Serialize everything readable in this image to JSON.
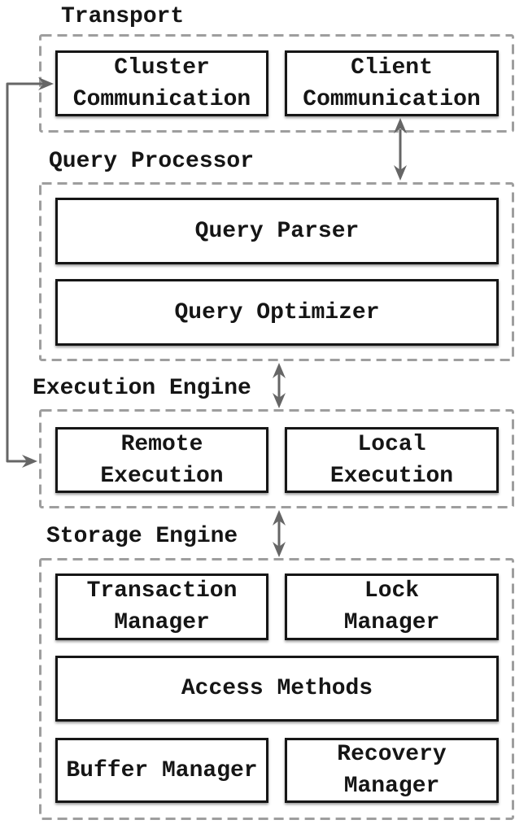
{
  "colors": {
    "background": "#ffffff",
    "text": "#151515",
    "box_border": "#161616",
    "dashed_container_border": "#9e9e9e",
    "arrow": "#666666"
  },
  "sections": [
    {
      "id": "transport",
      "label": "Transport",
      "boxes": [
        {
          "id": "cluster-communication",
          "lines": [
            "Cluster",
            "Communication"
          ]
        },
        {
          "id": "client-communication",
          "lines": [
            "Client",
            "Communication"
          ]
        }
      ]
    },
    {
      "id": "query-processor",
      "label": "Query Processor",
      "boxes": [
        {
          "id": "query-parser",
          "lines": [
            "Query Parser"
          ]
        },
        {
          "id": "query-optimizer",
          "lines": [
            "Query Optimizer"
          ]
        }
      ]
    },
    {
      "id": "execution-engine",
      "label": "Execution Engine",
      "boxes": [
        {
          "id": "remote-execution",
          "lines": [
            "Remote",
            "Execution"
          ]
        },
        {
          "id": "local-execution",
          "lines": [
            "Local",
            "Execution"
          ]
        }
      ]
    },
    {
      "id": "storage-engine",
      "label": "Storage Engine",
      "boxes": [
        {
          "id": "transaction-manager",
          "lines": [
            "Transaction",
            "Manager"
          ]
        },
        {
          "id": "lock-manager",
          "lines": [
            "Lock",
            "Manager"
          ]
        },
        {
          "id": "access-methods",
          "lines": [
            "Access Methods"
          ]
        },
        {
          "id": "buffer-manager",
          "lines": [
            "Buffer Manager"
          ]
        },
        {
          "id": "recovery-manager",
          "lines": [
            "Recovery",
            "Manager"
          ]
        }
      ]
    }
  ],
  "connectors": [
    {
      "from": "Client Communication",
      "to": "Query Processor",
      "style": "double-headed-arrow"
    },
    {
      "from": "Query Processor",
      "to": "Execution Engine",
      "style": "double-headed-arrow"
    },
    {
      "from": "Execution Engine",
      "to": "Storage Engine",
      "style": "double-headed-arrow"
    },
    {
      "from": "Cluster Communication",
      "to": "Remote Execution",
      "style": "left-bracket-double-arrow"
    }
  ]
}
